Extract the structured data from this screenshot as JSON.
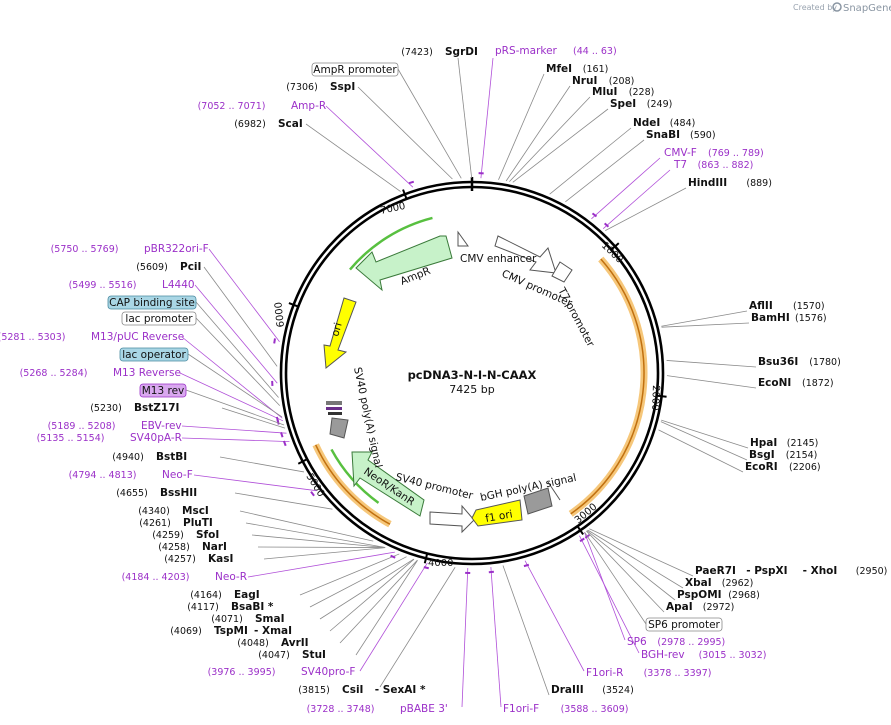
{
  "plasmid": {
    "name": "pcDNA3-N-I-N-CAAX",
    "length_label": "7425 bp",
    "length": 7425
  },
  "credit": {
    "text": "Created by",
    "brand": "SnapGene"
  },
  "ticks": [
    "1000",
    "2000",
    "3000",
    "4000",
    "5000",
    "6000",
    "7000"
  ],
  "colors": {
    "backbone": "#000000",
    "primer": "#9b30c8",
    "ampr": "#c7f2c9",
    "ori": "#ffff00",
    "orange": "#f0a030",
    "green": "#58c040",
    "gray_box": "#9a9a9a",
    "blue_box": "#a9d6e5",
    "purple_box": "#d9a8ef"
  },
  "sites": [
    {
      "id": "sgrdi",
      "name": "SgrDI",
      "pos": "(7423)",
      "bp": 7423
    },
    {
      "id": "mfei",
      "name": "MfeI",
      "pos": "(161)",
      "bp": 161
    },
    {
      "id": "nrui",
      "name": "NruI",
      "pos": "(208)",
      "bp": 208
    },
    {
      "id": "mlui",
      "name": "MluI",
      "pos": "(228)",
      "bp": 228
    },
    {
      "id": "spei",
      "name": "SpeI",
      "pos": "(249)",
      "bp": 249
    },
    {
      "id": "ndei",
      "name": "NdeI",
      "pos": "(484)",
      "bp": 484
    },
    {
      "id": "snabi",
      "name": "SnaBI",
      "pos": "(590)",
      "bp": 590
    },
    {
      "id": "hindiii",
      "name": "HindIII",
      "pos": "(889)",
      "bp": 889
    },
    {
      "id": "aflii",
      "name": "AflII",
      "pos": "(1570)",
      "bp": 1570
    },
    {
      "id": "bamhi",
      "name": "BamHI",
      "pos": "(1576)",
      "bp": 1576
    },
    {
      "id": "bsu36i",
      "name": "Bsu36I",
      "pos": "(1780)",
      "bp": 1780
    },
    {
      "id": "econi",
      "name": "EcoNI",
      "pos": "(1872)",
      "bp": 1872
    },
    {
      "id": "hpai",
      "name": "HpaI",
      "pos": "(2145)",
      "bp": 2145
    },
    {
      "id": "bsgi",
      "name": "BsgI",
      "pos": "(2154)",
      "bp": 2154
    },
    {
      "id": "ecori",
      "name": "EcoRI",
      "pos": "(2206)",
      "bp": 2206
    },
    {
      "id": "paer7i",
      "name": "PaeR7I",
      "sep1": "- PspXI",
      "sep2": "- XhoI",
      "pos": "(2950)",
      "bp": 2950
    },
    {
      "id": "xbai",
      "name": "XbaI",
      "pos": "(2962)",
      "bp": 2962
    },
    {
      "id": "pspomi",
      "name": "PspOMI",
      "pos": "(2968)",
      "bp": 2968
    },
    {
      "id": "apai",
      "name": "ApaI",
      "pos": "(2972)",
      "bp": 2972
    },
    {
      "id": "draiii",
      "name": "DraIII",
      "pos": "(3524)",
      "bp": 3524
    },
    {
      "id": "csii",
      "name": "CsiI",
      "extra": "- SexAI *",
      "pos": "(3815)",
      "bp": 3815
    },
    {
      "id": "stui",
      "name": "StuI",
      "pos": "(4047)",
      "bp": 4047
    },
    {
      "id": "avrii",
      "name": "AvrII",
      "pos": "(4048)",
      "bp": 4048
    },
    {
      "id": "tspmi",
      "name": "TspMI",
      "extra": "- XmaI",
      "pos": "(4069)",
      "bp": 4069
    },
    {
      "id": "smai",
      "name": "SmaI",
      "pos": "(4071)",
      "bp": 4071
    },
    {
      "id": "bsabi",
      "name": "BsaBI *",
      "pos": "(4117)",
      "bp": 4117
    },
    {
      "id": "eagi",
      "name": "EagI",
      "pos": "(4164)",
      "bp": 4164
    },
    {
      "id": "kasi",
      "name": "KasI",
      "pos": "(4257)",
      "bp": 4257
    },
    {
      "id": "nari",
      "name": "NarI",
      "pos": "(4258)",
      "bp": 4258
    },
    {
      "id": "sfoi",
      "name": "SfoI",
      "pos": "(4259)",
      "bp": 4259
    },
    {
      "id": "pluti",
      "name": "PluTI",
      "pos": "(4261)",
      "bp": 4261
    },
    {
      "id": "msci",
      "name": "MscI",
      "pos": "(4340)",
      "bp": 4340
    },
    {
      "id": "bsshii",
      "name": "BssHII",
      "pos": "(4655)",
      "bp": 4655
    },
    {
      "id": "bstbi",
      "name": "BstBI",
      "pos": "(4940)",
      "bp": 4940
    },
    {
      "id": "bstz17i",
      "name": "BstZ17I",
      "pos": "(5230)",
      "bp": 5230
    },
    {
      "id": "pcii",
      "name": "PciI",
      "pos": "(5609)",
      "bp": 5609
    },
    {
      "id": "scai",
      "name": "ScaI",
      "pos": "(6982)",
      "bp": 6982
    },
    {
      "id": "sspi",
      "name": "SspI",
      "pos": "(7306)",
      "bp": 7306
    }
  ],
  "primers": [
    {
      "id": "prs-marker",
      "name": "pRS-marker",
      "pos": "(44 .. 63)",
      "bp": 54
    },
    {
      "id": "cmv-f",
      "name": "CMV-F",
      "pos": "(769 .. 789)",
      "bp": 779
    },
    {
      "id": "t7",
      "name": "T7",
      "pos": "(863 .. 882)",
      "bp": 872
    },
    {
      "id": "sp6",
      "name": "SP6",
      "pos": "(2978 .. 2995)",
      "bp": 2986
    },
    {
      "id": "bgh-rev",
      "name": "BGH-rev",
      "pos": "(3015 .. 3032)",
      "bp": 3023
    },
    {
      "id": "f1ori-r",
      "name": "F1ori-R",
      "pos": "(3378 .. 3397)",
      "bp": 3387
    },
    {
      "id": "f1ori-f",
      "name": "F1ori-F",
      "pos": "(3588 .. 3609)",
      "bp": 3598
    },
    {
      "id": "pbabe3",
      "name": "pBABE 3'",
      "pos": "(3728 .. 3748)",
      "bp": 3738
    },
    {
      "id": "sv40pro-f",
      "name": "SV40pro-F",
      "pos": "(3976 .. 3995)",
      "bp": 3985
    },
    {
      "id": "neo-r",
      "name": "Neo-R",
      "pos": "(4184 .. 4203)",
      "bp": 4193
    },
    {
      "id": "neo-f",
      "name": "Neo-F",
      "pos": "(4794 .. 4813)",
      "bp": 4803
    },
    {
      "id": "sv40pa-r",
      "name": "SV40pA-R",
      "pos": "(5135 .. 5154)",
      "bp": 5144
    },
    {
      "id": "ebv-rev",
      "name": "EBV-rev",
      "pos": "(5189 .. 5208)",
      "bp": 5198
    },
    {
      "id": "m13-reverse",
      "name": "M13 Reverse",
      "pos": "(5268 .. 5284)",
      "bp": 5276
    },
    {
      "id": "m13-puc-reverse",
      "name": "M13/pUC Reverse",
      "pos": "(5281 .. 5303)",
      "bp": 5292
    },
    {
      "id": "l4440",
      "name": "L4440",
      "pos": "(5499 .. 5516)",
      "bp": 5507
    },
    {
      "id": "pbr322ori-f",
      "name": "pBR322ori-F",
      "pos": "(5750 .. 5769)",
      "bp": 5759
    },
    {
      "id": "amp-r",
      "name": "Amp-R",
      "pos": "(7052 .. 7071)",
      "bp": 7061
    }
  ],
  "boxed_labels": [
    {
      "id": "ampr-promoter",
      "name": "AmpR promoter",
      "style": "white",
      "bp": 7360
    },
    {
      "id": "cap-binding-site",
      "name": "CAP binding site",
      "style": "blue",
      "bp": 5420
    },
    {
      "id": "lac-promoter",
      "name": "lac promoter",
      "style": "white",
      "bp": 5370
    },
    {
      "id": "lac-operator",
      "name": "lac operator",
      "style": "blue",
      "bp": 5300
    },
    {
      "id": "m13-rev",
      "name": "M13 rev",
      "style": "purple",
      "bp": 5250
    },
    {
      "id": "sp6-promoter",
      "name": "SP6 promoter",
      "style": "white",
      "bp": 2985
    }
  ],
  "features": {
    "cmv_enhancer": "CMV enhancer",
    "cmv_promoter": "CMV promoter",
    "t7_promoter": "T7 promoter",
    "ampr": "AmpR",
    "ori": "ori",
    "sv40_polya": "SV40 poly(A) signal",
    "neor_kanr": "NeoR/KanR",
    "sv40_promoter": "SV40 promoter",
    "bgh_polya": "bGH poly(A) signal",
    "f1_ori": "f1 ori"
  }
}
